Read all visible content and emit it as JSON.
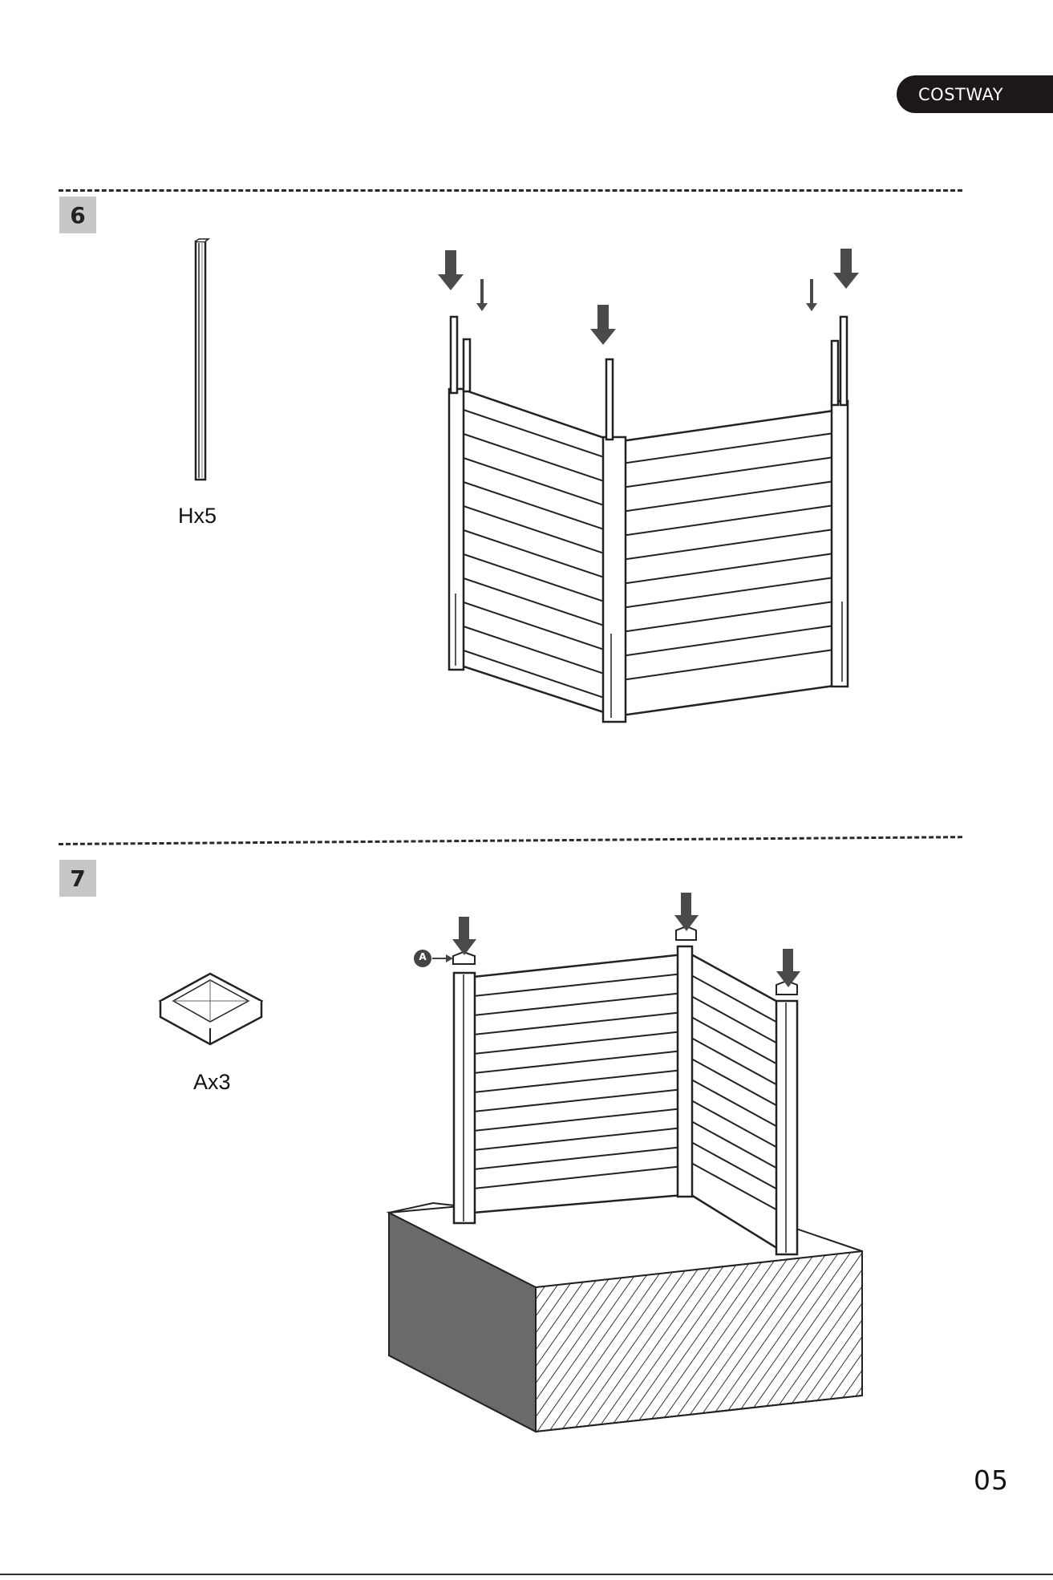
{
  "brand": {
    "logo_text": "COSTWAY"
  },
  "page": {
    "number": "05"
  },
  "steps": [
    {
      "number": "6",
      "part_label": "Hx5",
      "part_icon": "post-icon"
    },
    {
      "number": "7",
      "part_label": "Ax3",
      "part_icon": "post-cap-icon",
      "callout": "A"
    }
  ]
}
